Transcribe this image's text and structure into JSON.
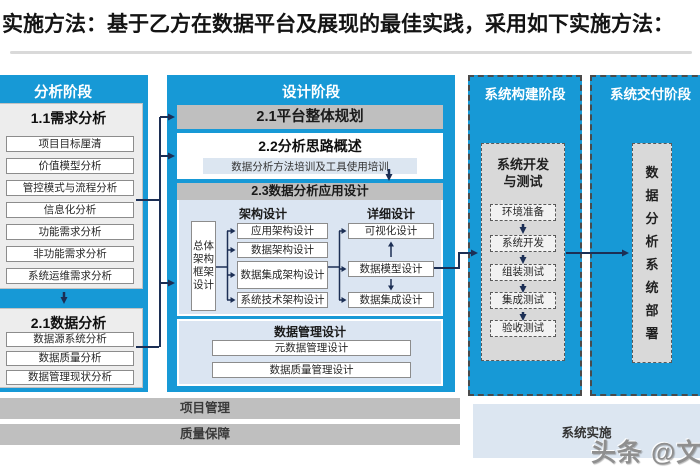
{
  "title": "实施方法：基于乙方在数据平台及展现的最佳实践，采用如下实施方法：",
  "colors": {
    "accent_blue": "#1799d6",
    "box_gray": "#bfbfbf",
    "panel_blue": "#dbe5f2",
    "impl_blue": "#dce6f1",
    "arrow_navy": "#1c2f55"
  },
  "analysis": {
    "header": "分析阶段",
    "section1": {
      "title": "1.1需求分析",
      "items": [
        "项目目标厘清",
        "价值模型分析",
        "管控模式与流程分析",
        "信息化分析",
        "功能需求分析",
        "非功能需求分析",
        "系统运维需求分析"
      ]
    },
    "section2": {
      "title": "2.1数据分析",
      "items": [
        "数据源系统分析",
        "数据质量分析",
        "数据管理现状分析"
      ]
    }
  },
  "design": {
    "header": "设计阶段",
    "platform_planning": "2.1平台整体规划",
    "analysis_overview": {
      "title": "2.2分析思路概述",
      "subtitle": "数据分析方法培训及工具使用培训"
    },
    "app_design": {
      "title": "2.3数据分析应用设计",
      "arch_group_label": "架构设计",
      "detail_group_label": "详细设计",
      "overall_framework": "总体架构框架设计",
      "arch_items": [
        "应用架构设计",
        "数据架构设计",
        "数据集成架构设计",
        "系统技术架构设计"
      ],
      "detail_items": [
        "可视化设计",
        "数据模型设计",
        "数据集成设计"
      ]
    },
    "data_mgmt": {
      "title": "数据管理设计",
      "items": [
        "元数据管理设计",
        "数据质量管理设计"
      ]
    }
  },
  "construction": {
    "header": "系统构建阶段",
    "dev_test_title": "系统开发\n与测试",
    "steps": [
      "环境准备",
      "系统开发",
      "组装测试",
      "集成测试",
      "验收测试"
    ]
  },
  "delivery": {
    "header": "系统交付阶段",
    "deployment": "数据分析系统部署"
  },
  "bottom": {
    "project_mgmt": "项目管理",
    "quality": "质量保障",
    "implementation": "系统实施"
  },
  "watermark": "头条 @文"
}
